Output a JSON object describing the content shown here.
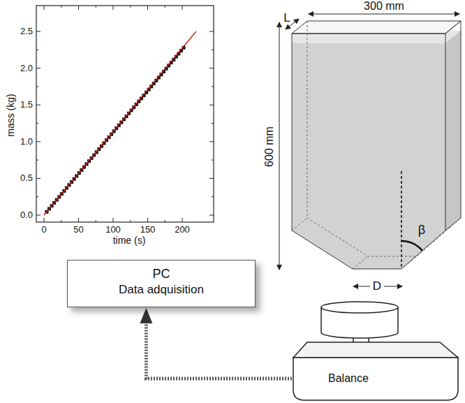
{
  "diagram": {
    "nodes": [
      {
        "text": [
          "PC",
          "Data adquisition"
        ]
      },
      {
        "text": [
          "Balance"
        ]
      }
    ],
    "edges": [
      {
        "from": 1,
        "to": 0,
        "arrow": "to"
      }
    ],
    "labels": [
      "mass (kg)",
      "2.5",
      "2.0",
      "1.5",
      "1.0",
      "0.5",
      "0.0",
      "0",
      "50",
      "100",
      "150",
      "200",
      "time (s)",
      "L",
      "300 mm",
      "600 mm",
      "β",
      "D"
    ]
  }
}
